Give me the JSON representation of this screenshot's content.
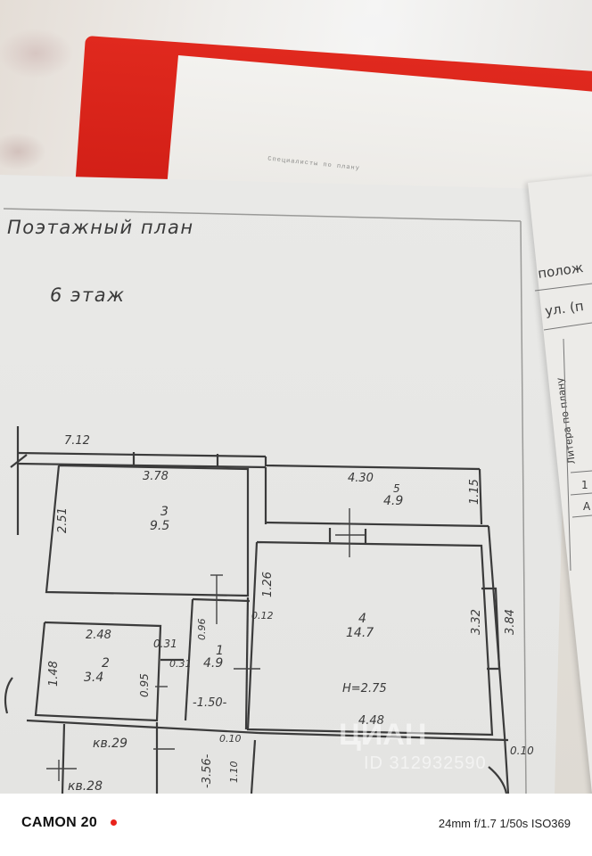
{
  "photo": {
    "back_paper_text": "Специалисты по плану",
    "side_sheet": {
      "line1": "полож",
      "line2": "ул. (п",
      "vertical": "Литера по плану",
      "row1": "1",
      "row2": "А"
    },
    "plan": {
      "title": "Поэтажный план",
      "floor": "6 этаж",
      "dimensions": {
        "top_overall": "7.12",
        "room3_width": "3.78",
        "room3_height": "2.51",
        "room5_width": "4.30",
        "room5_height": "1.15",
        "room4_top": "1.26",
        "room4_left_gap": "0.12",
        "room4_height_inner": "3.32",
        "room4_height_outer": "3.84",
        "room4_width": "4.48",
        "room2_width": "2.48",
        "room2_height": "1.48",
        "room2_side": "0.95",
        "step_a": "0.31",
        "step_b": "0.31",
        "corridor_top": "0.96",
        "corridor_width": "-1.50-",
        "corridor_length": "-3.56-",
        "lower_gap": "0.10",
        "lower_height": "1.10",
        "right_gap": "0.10",
        "ceiling_height": "H=2.75"
      },
      "rooms": [
        {
          "number": "3",
          "area": "9.5"
        },
        {
          "number": "5",
          "area": "4.9"
        },
        {
          "number": "4",
          "area": "14.7"
        },
        {
          "number": "2",
          "area": "3.4"
        },
        {
          "number": "1",
          "area": "4.9"
        }
      ],
      "neighbors": [
        "кв.29",
        "кв.28"
      ]
    },
    "watermark": {
      "brand": "ЦИАН",
      "id": "ID 312932590"
    }
  },
  "footer": {
    "brand": "CAMON 20",
    "camera_info": "24mm f/1.7 1/50s ISO369"
  },
  "colors": {
    "folder_red": "#d8231a",
    "ink": "#3a3a3a",
    "brand_dot": "#e8231c"
  }
}
